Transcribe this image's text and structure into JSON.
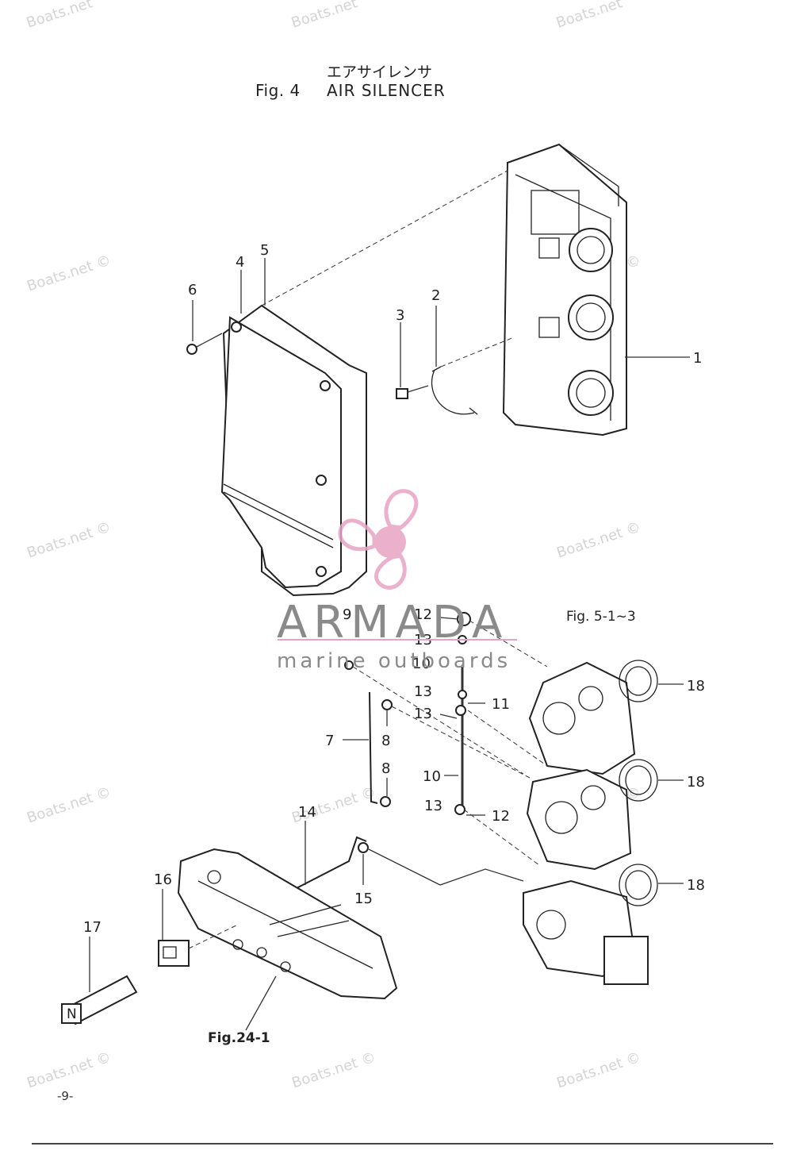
{
  "header": {
    "title_jp": "エアサイレンサ",
    "fig_label": "Fig. 4",
    "title": "AIR SILENCER"
  },
  "watermark": {
    "text": "Boats.net",
    "text_copyright": "Boats.net ©"
  },
  "logo": {
    "brand": "ARMADA",
    "tagline": "marine outboards",
    "color": "#e7a3c4"
  },
  "callouts": {
    "c1": "1",
    "c2": "2",
    "c3": "3",
    "c4": "4",
    "c5": "5",
    "c6": "6",
    "c7": "7",
    "c8a": "8",
    "c8b": "8",
    "c9": "9",
    "c10a": "10",
    "c10b": "10",
    "c11": "11",
    "c12a": "12",
    "c12b": "12",
    "c13a": "13",
    "c13b": "13",
    "c13c": "13",
    "c13d": "13",
    "c14": "14",
    "c15": "15",
    "c16": "16",
    "c17": "17",
    "c18a": "18",
    "c18b": "18",
    "c18c": "18"
  },
  "references": {
    "fig5": "Fig. 5-1~3",
    "fig24": "Fig.24-1"
  },
  "footer": {
    "page_number": "-9-"
  }
}
